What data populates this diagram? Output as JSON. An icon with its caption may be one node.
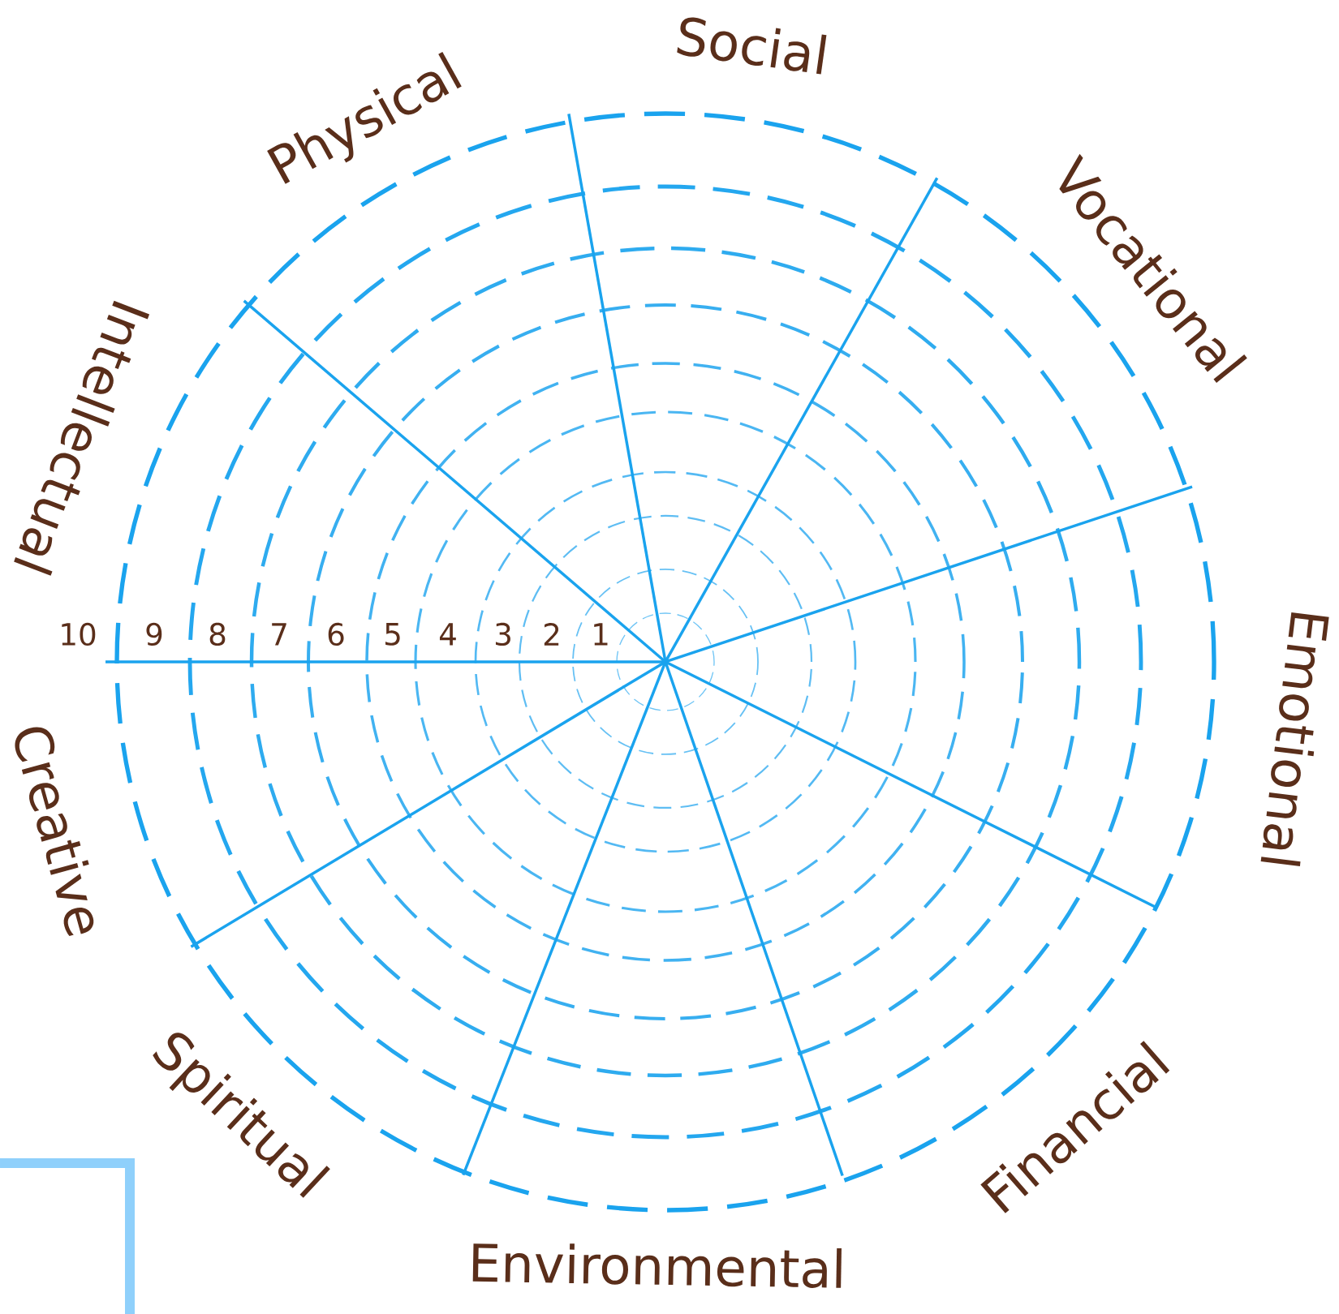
{
  "diagram": {
    "labels": [
      "Social",
      "Vocational",
      "Emotional",
      "Financial",
      "Environmental",
      "Spiritual",
      "Creative",
      "Intellectual",
      "Physical",
      "10",
      "9",
      "8",
      "7",
      "6",
      "5",
      "4",
      "3",
      "2",
      "1"
    ]
  }
}
